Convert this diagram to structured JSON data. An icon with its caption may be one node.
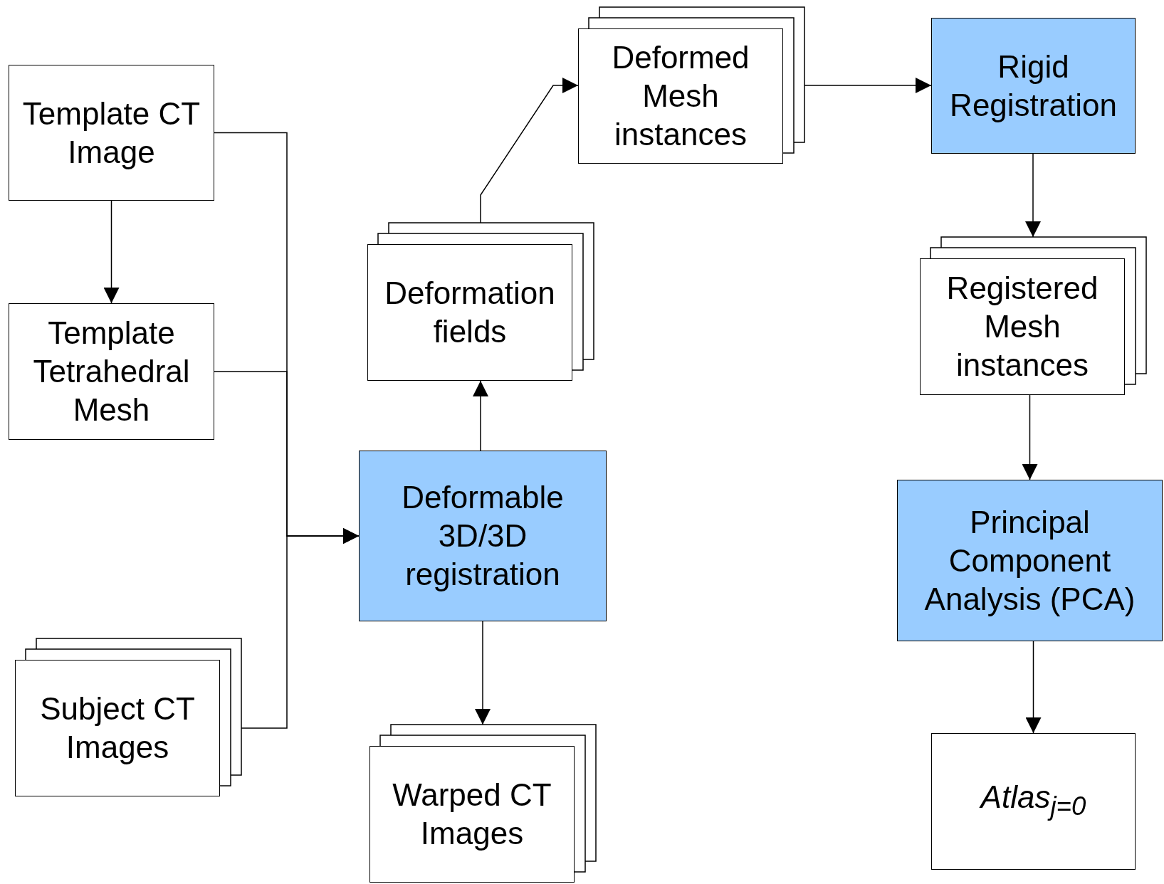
{
  "diagram": {
    "nodes": [
      {
        "text": [
          "Template CT Image"
        ]
      },
      {
        "text": [
          "Template Tetrahedral Mesh"
        ]
      },
      {
        "text": [
          "Subject CT Images"
        ]
      },
      {
        "text": [
          "Deformable 3D/3D registration"
        ]
      },
      {
        "text": [
          "Deformation fields"
        ]
      },
      {
        "text": [
          "Warped CT Images"
        ]
      },
      {
        "text": [
          "Deformed Mesh instances"
        ]
      },
      {
        "text": [
          "Rigid Registration"
        ]
      },
      {
        "text": [
          "Registered Mesh instances"
        ]
      },
      {
        "text": [
          "Principal Component Analysis (PCA)"
        ]
      },
      {
        "text": [
          "Atlas$_{j=0}$"
        ]
      }
    ],
    "edges": [
      {
        "from": 0,
        "to": 1,
        "arrow": "to"
      },
      {
        "from": 0,
        "to": 3,
        "arrow": "to"
      },
      {
        "from": 1,
        "to": 3,
        "arrow": "to"
      },
      {
        "from": 2,
        "to": 3,
        "arrow": "to"
      },
      {
        "from": 3,
        "to": 4,
        "arrow": "to"
      },
      {
        "from": 3,
        "to": 5,
        "arrow": "to"
      },
      {
        "from": 4,
        "to": 6,
        "arrow": "to"
      },
      {
        "from": 6,
        "to": 7,
        "arrow": "to"
      },
      {
        "from": 7,
        "to": 8,
        "arrow": "to"
      },
      {
        "from": 8,
        "to": 9,
        "arrow": "to"
      },
      {
        "from": 9,
        "to": 10,
        "arrow": "to"
      }
    ]
  }
}
